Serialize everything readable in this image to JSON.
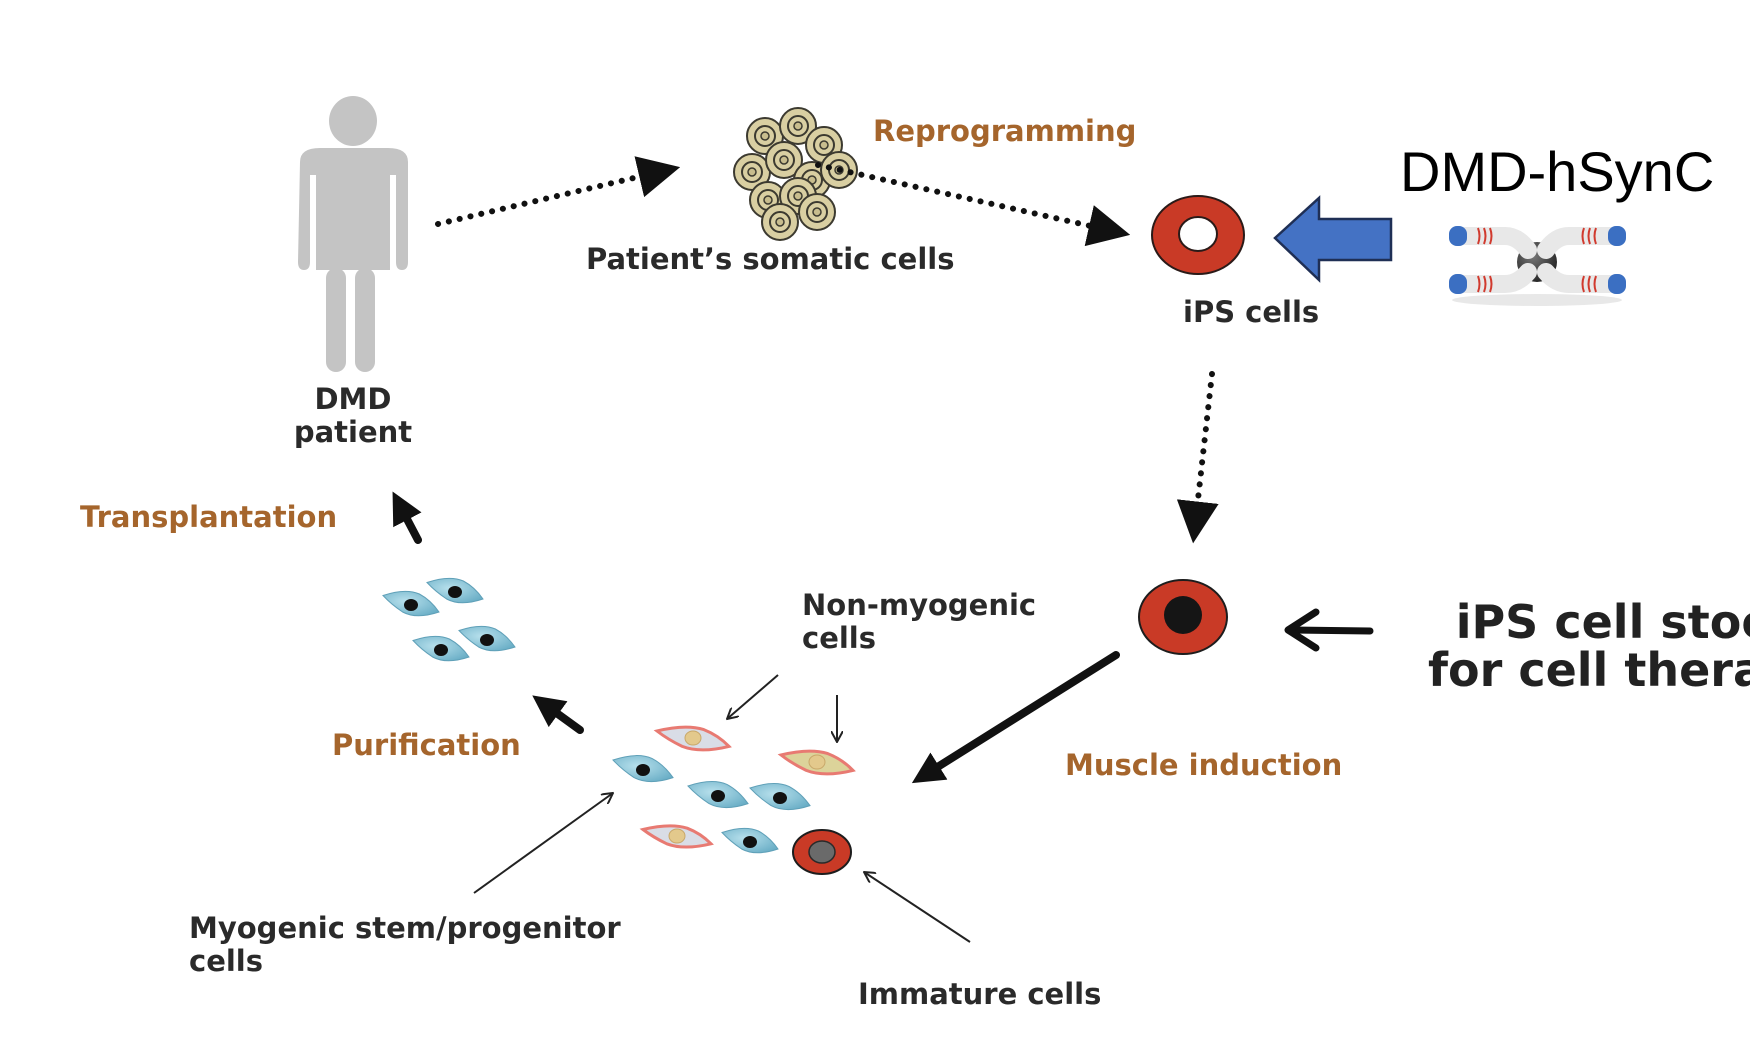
{
  "diagram": {
    "title": "iPS cell-based cell therapy workflow for DMD",
    "nodes": {
      "patient": {
        "line1": "DMD",
        "line2": "patient",
        "icon": "person-icon"
      },
      "somatic_cells": {
        "label": "Patient’s somatic cells",
        "icon": "cell-cluster-icon"
      },
      "ips_cells": {
        "label": "iPS cells",
        "icon": "ips-cell-icon"
      },
      "ips_stock_cell": {
        "icon": "ips-stock-cell-icon"
      },
      "mixed_population": {
        "icon": "mixed-cell-population-icon"
      },
      "purified_cells": {
        "icon": "purified-myogenic-cells-icon"
      },
      "molecule": {
        "label": "DMD-hSynC",
        "icon": "synthetic-molecule-icon"
      },
      "stock": {
        "line1": "iPS cell stock",
        "line2": "for cell therapy"
      }
    },
    "steps": {
      "reprogramming": "Reprogramming",
      "muscle_induction": "Muscle induction",
      "purification": "Purification",
      "transplantation": "Transplantation"
    },
    "annotations": {
      "non_myogenic_line1": "Non-myogenic",
      "non_myogenic_line2": "cells",
      "myogenic_line1": "Myogenic stem/progenitor",
      "myogenic_line2": "cells",
      "immature": "Immature cells"
    },
    "edges": [
      {
        "from": "patient",
        "to": "somatic_cells",
        "style": "dotted"
      },
      {
        "from": "somatic_cells",
        "to": "ips_cells",
        "style": "dotted",
        "label": "Reprogramming"
      },
      {
        "from": "molecule",
        "to": "ips_cells",
        "style": "block-arrow"
      },
      {
        "from": "ips_cells",
        "to": "ips_stock_cell",
        "style": "dotted"
      },
      {
        "from": "stock",
        "to": "ips_stock_cell",
        "style": "solid"
      },
      {
        "from": "ips_stock_cell",
        "to": "mixed_population",
        "style": "solid",
        "label": "Muscle induction"
      },
      {
        "from": "mixed_population",
        "to": "purified_cells",
        "style": "solid",
        "label": "Purification"
      },
      {
        "from": "purified_cells",
        "to": "patient",
        "style": "solid",
        "label": "Transplantation"
      }
    ],
    "colors": {
      "step_label": "#a5652c",
      "ips_cell": "#c93a26",
      "block_arrow": "#4472c4",
      "block_arrow_border": "#1f2f55",
      "person": "#c4c4c4",
      "myogenic_cell": "#8fc7d9",
      "non_myogenic_border": "#e87a72",
      "somatic_cell": "#d9cfa2"
    }
  }
}
